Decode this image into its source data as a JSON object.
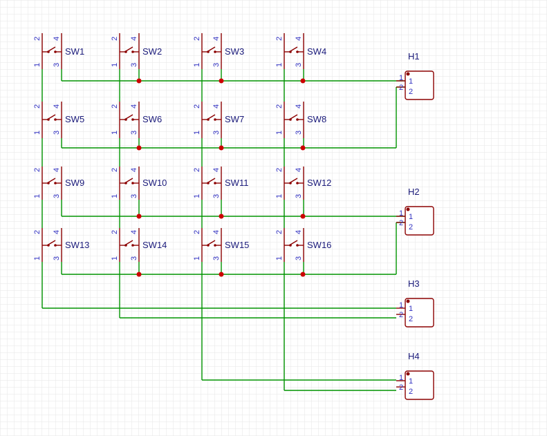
{
  "switches": [
    {
      "ref": "SW1",
      "pins": [
        "1",
        "2",
        "3",
        "4"
      ]
    },
    {
      "ref": "SW2",
      "pins": [
        "1",
        "2",
        "3",
        "4"
      ]
    },
    {
      "ref": "SW3",
      "pins": [
        "1",
        "2",
        "3",
        "4"
      ]
    },
    {
      "ref": "SW4",
      "pins": [
        "1",
        "2",
        "3",
        "4"
      ]
    },
    {
      "ref": "SW5",
      "pins": [
        "1",
        "2",
        "3",
        "4"
      ]
    },
    {
      "ref": "SW6",
      "pins": [
        "1",
        "2",
        "3",
        "4"
      ]
    },
    {
      "ref": "SW7",
      "pins": [
        "1",
        "2",
        "3",
        "4"
      ]
    },
    {
      "ref": "SW8",
      "pins": [
        "1",
        "2",
        "3",
        "4"
      ]
    },
    {
      "ref": "SW9",
      "pins": [
        "1",
        "2",
        "3",
        "4"
      ]
    },
    {
      "ref": "SW10",
      "pins": [
        "1",
        "2",
        "3",
        "4"
      ]
    },
    {
      "ref": "SW11",
      "pins": [
        "1",
        "2",
        "3",
        "4"
      ]
    },
    {
      "ref": "SW12",
      "pins": [
        "1",
        "2",
        "3",
        "4"
      ]
    },
    {
      "ref": "SW13",
      "pins": [
        "1",
        "2",
        "3",
        "4"
      ]
    },
    {
      "ref": "SW14",
      "pins": [
        "1",
        "2",
        "3",
        "4"
      ]
    },
    {
      "ref": "SW15",
      "pins": [
        "1",
        "2",
        "3",
        "4"
      ]
    },
    {
      "ref": "SW16",
      "pins": [
        "1",
        "2",
        "3",
        "4"
      ]
    }
  ],
  "headers": [
    {
      "ref": "H1",
      "pins": [
        "1",
        "2"
      ],
      "pin_labels": [
        "1",
        "2"
      ]
    },
    {
      "ref": "H2",
      "pins": [
        "1",
        "2"
      ],
      "pin_labels": [
        "1",
        "2"
      ]
    },
    {
      "ref": "H3",
      "pins": [
        "1",
        "2"
      ],
      "pin_labels": [
        "1",
        "2"
      ]
    },
    {
      "ref": "H4",
      "pins": [
        "1",
        "2"
      ],
      "pin_labels": [
        "1",
        "2"
      ]
    }
  ],
  "colors": {
    "background": "#ffffff",
    "grid": "#e6e6e6",
    "wire": "#009400",
    "symbol": "#8b0000",
    "junction": "#cc0000",
    "pin_text": "#3030c0",
    "ref_text": "#1a1a7a"
  }
}
